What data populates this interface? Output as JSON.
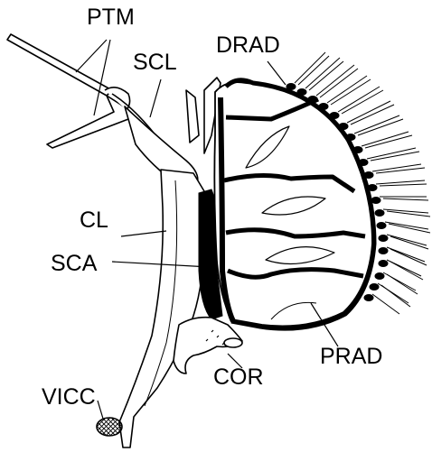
{
  "figure": {
    "colors": {
      "ink": "#000000",
      "paper": "#ffffff"
    },
    "labels": {
      "ptm": "PTM",
      "scl": "SCL",
      "drad": "DRAD",
      "cl": "CL",
      "sca": "SCA",
      "prad": "PRAD",
      "cor": "COR",
      "vicc": "VICC"
    }
  }
}
